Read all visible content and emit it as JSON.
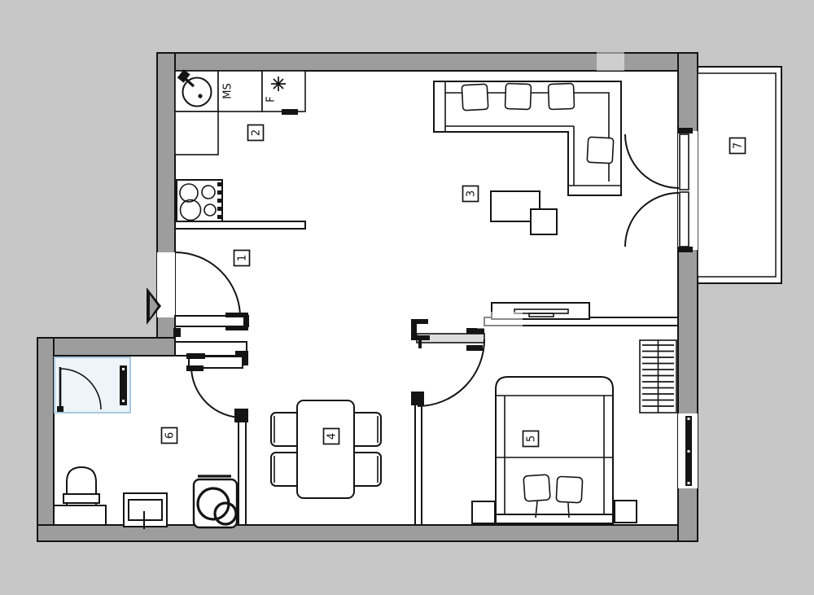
{
  "colors": {
    "background": "#c7c7c7",
    "floor": "#ffffff",
    "wall": "#9d9d9d",
    "line": "#141414",
    "selection-border": "#a9c7de",
    "selection-fill": "#edf4fa"
  },
  "rooms": [
    {
      "number": "1"
    },
    {
      "number": "2"
    },
    {
      "number": "3"
    },
    {
      "number": "4"
    },
    {
      "number": "5"
    },
    {
      "number": "6"
    },
    {
      "number": "7"
    }
  ],
  "annotations": {
    "ms_label": "MS",
    "fridge_label": "F"
  },
  "icons": {
    "fridge_symbol": "snowflake-asterisk",
    "entrance_marker": "right-pointing-triangle"
  }
}
